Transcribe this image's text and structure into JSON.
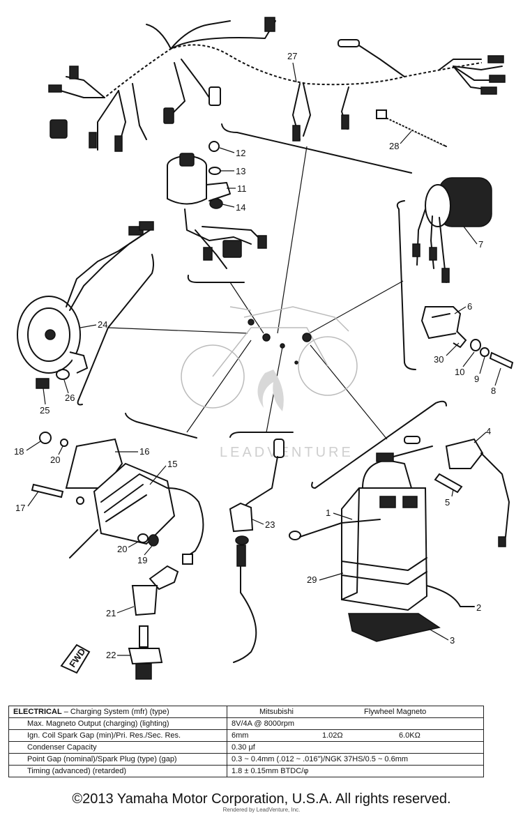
{
  "callouts": {
    "c1": "1",
    "c2": "2",
    "c3": "3",
    "c4": "4",
    "c5": "5",
    "c6": "6",
    "c7": "7",
    "c8": "8",
    "c9": "9",
    "c10": "10",
    "c11": "11",
    "c12": "12",
    "c13": "13",
    "c14": "14",
    "c15": "15",
    "c16": "16",
    "c17": "17",
    "c18": "18",
    "c19": "19",
    "c20a": "20",
    "c20b": "20",
    "c21": "21",
    "c22": "22",
    "c23": "23",
    "c24": "24",
    "c25": "25",
    "c26": "26",
    "c27": "27",
    "c28": "28",
    "c29": "29",
    "c30": "30"
  },
  "front_badge": "FWD",
  "watermark": "LEADVENTURE",
  "spec_table": {
    "header_prefix": "ELECTRICAL",
    "header_rest": " – Charging System (mfr) (type)",
    "header_v1": "Mitsubishi",
    "header_v2": "Flywheel Magneto",
    "rows": [
      {
        "label": "Max. Magneto Output (charging) (lighting)",
        "v1": "8V/4A @ 8000rpm",
        "v2": "",
        "v3": ""
      },
      {
        "label": "Ign. Coil Spark Gap (min)/Pri. Res./Sec. Res.",
        "v1": "6mm",
        "v2": "1.02Ω",
        "v3": "6.0KΩ"
      },
      {
        "label": "Condenser Capacity",
        "v1": "0.30 μf",
        "v2": "",
        "v3": ""
      },
      {
        "label": "Point Gap (nominal)/Spark Plug (type) (gap)",
        "v1": "0.3 ~ 0.4mm (.012 ~ .016\")/NGK 37HS/0.5 ~ 0.6mm",
        "v2": "",
        "v3": ""
      },
      {
        "label": "Timing (advanced) (retarded)",
        "v1": "1.8 ± 0.15mm BTDC/φ",
        "v2": "",
        "v3": ""
      }
    ]
  },
  "copyright": "©2013 Yamaha Motor Corporation, U.S.A. All rights reserved.",
  "rendered_by": "Rendered by LeadVenture, Inc."
}
